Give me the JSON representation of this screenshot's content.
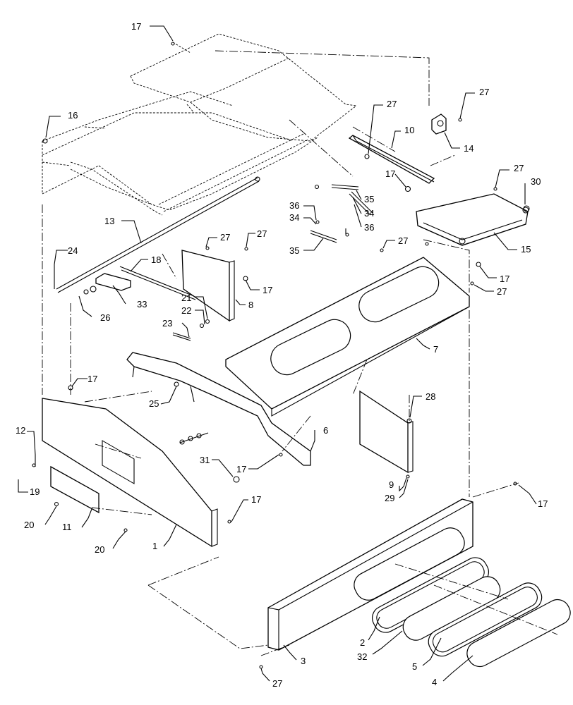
{
  "diagram": {
    "callouts": [
      {
        "id": "17a",
        "text": "17"
      },
      {
        "id": "16",
        "text": "16"
      },
      {
        "id": "27a",
        "text": "27"
      },
      {
        "id": "27b",
        "text": "27"
      },
      {
        "id": "10",
        "text": "10"
      },
      {
        "id": "14",
        "text": "14"
      },
      {
        "id": "17b",
        "text": "17"
      },
      {
        "id": "27c",
        "text": "27"
      },
      {
        "id": "30",
        "text": "30"
      },
      {
        "id": "35a",
        "text": "35"
      },
      {
        "id": "34a",
        "text": "34"
      },
      {
        "id": "36a",
        "text": "36"
      },
      {
        "id": "36b",
        "text": "36"
      },
      {
        "id": "34b",
        "text": "34"
      },
      {
        "id": "35b",
        "text": "35"
      },
      {
        "id": "15",
        "text": "15"
      },
      {
        "id": "13",
        "text": "13"
      },
      {
        "id": "27d",
        "text": "27"
      },
      {
        "id": "27e",
        "text": "27"
      },
      {
        "id": "27f",
        "text": "27"
      },
      {
        "id": "24",
        "text": "24"
      },
      {
        "id": "18",
        "text": "18"
      },
      {
        "id": "17c",
        "text": "17"
      },
      {
        "id": "17d",
        "text": "17"
      },
      {
        "id": "27g",
        "text": "27"
      },
      {
        "id": "26",
        "text": "26"
      },
      {
        "id": "33",
        "text": "33"
      },
      {
        "id": "21",
        "text": "21"
      },
      {
        "id": "22",
        "text": "22"
      },
      {
        "id": "8",
        "text": "8"
      },
      {
        "id": "23",
        "text": "23"
      },
      {
        "id": "7",
        "text": "7"
      },
      {
        "id": "17e",
        "text": "17"
      },
      {
        "id": "25",
        "text": "25"
      },
      {
        "id": "28",
        "text": "28"
      },
      {
        "id": "12",
        "text": "12"
      },
      {
        "id": "6",
        "text": "6"
      },
      {
        "id": "31",
        "text": "31"
      },
      {
        "id": "17f",
        "text": "17"
      },
      {
        "id": "19",
        "text": "19"
      },
      {
        "id": "9",
        "text": "9"
      },
      {
        "id": "29",
        "text": "29"
      },
      {
        "id": "17g",
        "text": "17"
      },
      {
        "id": "20a",
        "text": "20"
      },
      {
        "id": "11",
        "text": "11"
      },
      {
        "id": "17h",
        "text": "17"
      },
      {
        "id": "20b",
        "text": "20"
      },
      {
        "id": "1",
        "text": "1"
      },
      {
        "id": "2",
        "text": "2"
      },
      {
        "id": "32",
        "text": "32"
      },
      {
        "id": "3",
        "text": "3"
      },
      {
        "id": "5",
        "text": "5"
      },
      {
        "id": "27h",
        "text": "27"
      },
      {
        "id": "4",
        "text": "4"
      }
    ]
  }
}
